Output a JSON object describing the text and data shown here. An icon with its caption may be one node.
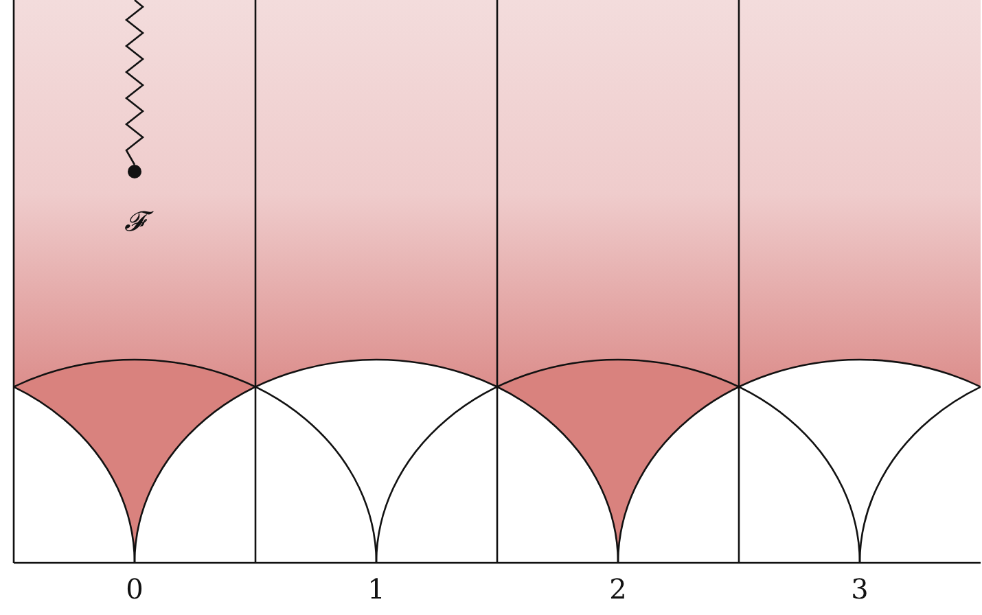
{
  "diagram": {
    "labels": [
      "𝓕",
      "0",
      "1",
      "2",
      "3"
    ]
  }
}
